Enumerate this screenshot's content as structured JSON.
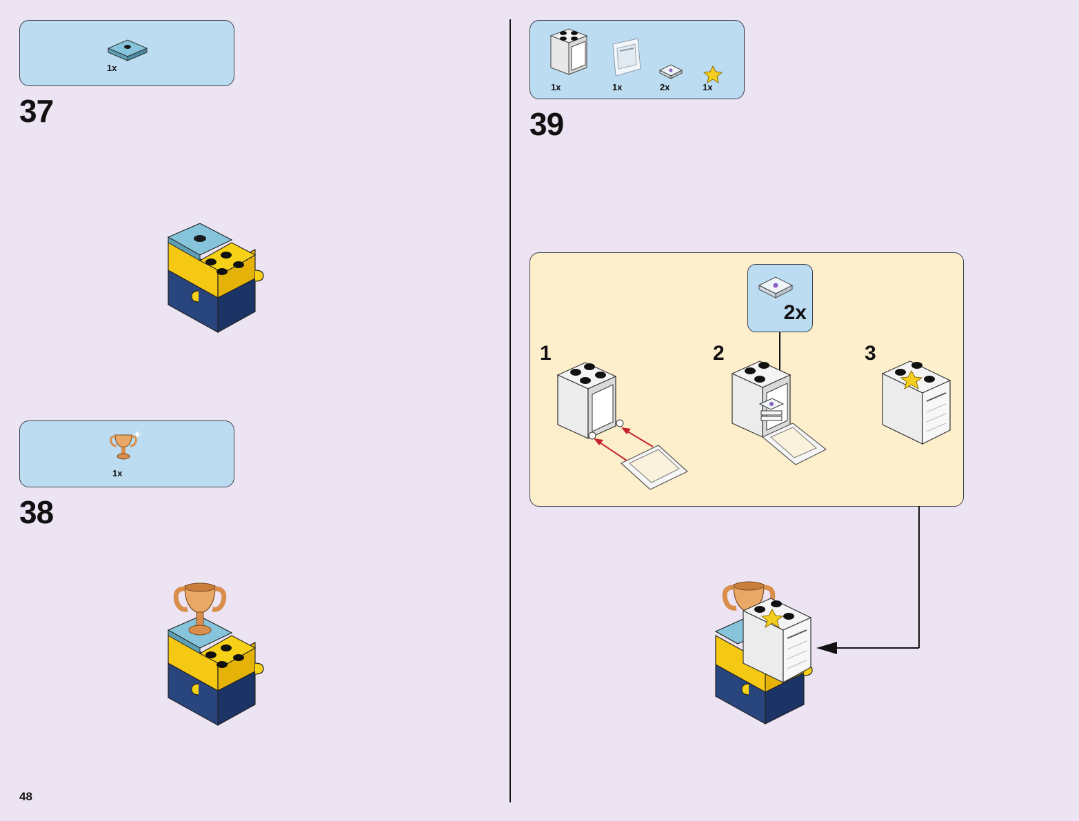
{
  "page_number": "48",
  "steps": [
    {
      "number": "37",
      "parts": [
        {
          "icon": "light-blue-plate-icon",
          "qty": "1x"
        }
      ]
    },
    {
      "number": "38",
      "parts": [
        {
          "icon": "gold-trophy-icon",
          "qty": "1x"
        }
      ]
    },
    {
      "number": "39",
      "parts": [
        {
          "icon": "white-cupboard-icon",
          "qty": "1x"
        },
        {
          "icon": "transparent-door-icon",
          "qty": "1x"
        },
        {
          "icon": "printed-tile-icon",
          "qty": "2x"
        },
        {
          "icon": "gold-star-icon",
          "qty": "1x"
        }
      ],
      "sub_steps": [
        "1",
        "2",
        "3"
      ],
      "callout": {
        "icon": "printed-tile-icon",
        "qty": "2x"
      }
    }
  ],
  "colors": {
    "background": "#ece4f3",
    "parts_box": "#bcdcf2",
    "sub_panel": "#fdefcc",
    "yellow": "#f7d117",
    "navy": "#1f3a6e",
    "light_blue": "#7fbfd6",
    "arrow_red": "#c8202a"
  }
}
